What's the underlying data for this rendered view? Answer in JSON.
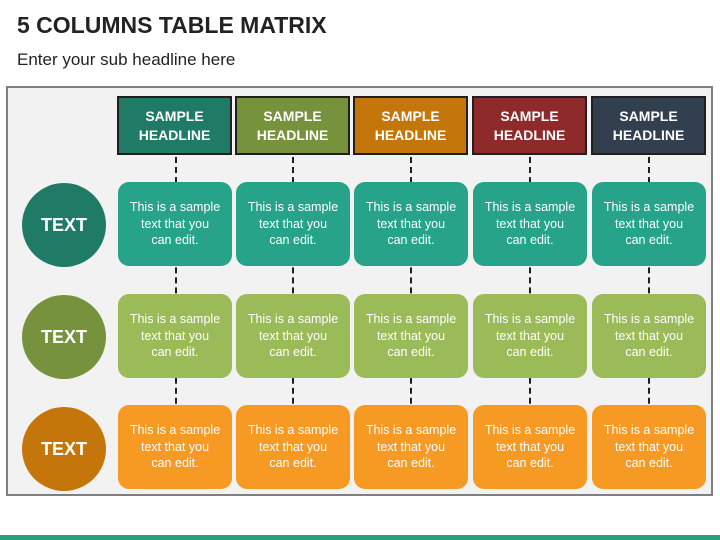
{
  "header": {
    "title": "5 COLUMNS TABLE MATRIX",
    "subtitle": "Enter your sub headline here"
  },
  "columns": [
    {
      "label": "SAMPLE\nHEADLINE",
      "color": "#1f7a66"
    },
    {
      "label": "SAMPLE\nHEADLINE",
      "color": "#76923c"
    },
    {
      "label": "SAMPLE\nHEADLINE",
      "color": "#c5760a"
    },
    {
      "label": "SAMPLE\nHEADLINE",
      "color": "#8e2a2a"
    },
    {
      "label": "SAMPLE\nHEADLINE",
      "color": "#323f4f"
    }
  ],
  "rows": [
    {
      "label": "TEXT",
      "circle_color": "#1f7a66",
      "cell_color": "#27a389",
      "cells": [
        "This is a sample\ntext that you\ncan edit.",
        "This is a sample\ntext that you\ncan edit.",
        "This is a sample\ntext that you\ncan edit.",
        "This is a sample\ntext that you\ncan edit.",
        "This is a sample\ntext that you\ncan edit."
      ]
    },
    {
      "label": "TEXT",
      "circle_color": "#76923c",
      "cell_color": "#9bbb59",
      "cells": [
        "This is a sample\ntext that you\ncan edit.",
        "This is a sample\ntext that you\ncan edit.",
        "This is a sample\ntext that you\ncan edit.",
        "This is a sample\ntext that you\ncan edit.",
        "This is a sample\ntext that you\ncan edit."
      ]
    },
    {
      "label": "TEXT",
      "circle_color": "#c5760a",
      "cell_color": "#f79a24",
      "cells": [
        "This is a sample\ntext that you\ncan edit.",
        "This is a sample\ntext that you\ncan edit.",
        "This is a sample\ntext that you\ncan edit.",
        "This is a sample\ntext that you\ncan edit.",
        "This is a sample\ntext that you\ncan edit."
      ]
    }
  ]
}
